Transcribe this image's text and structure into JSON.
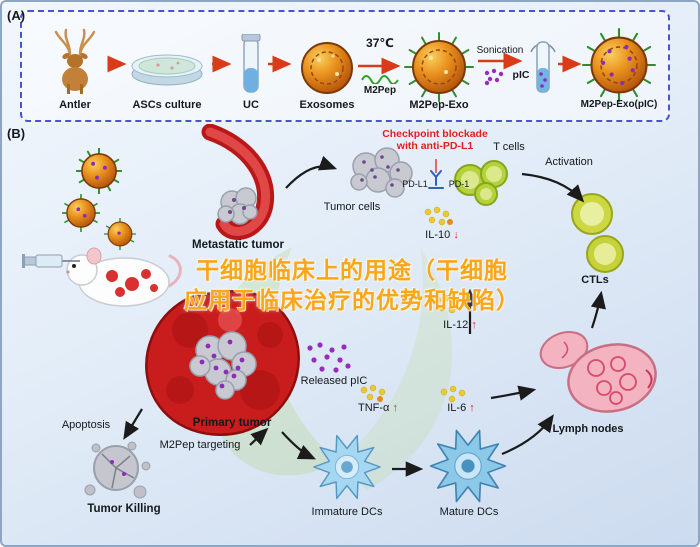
{
  "figure": {
    "panel_a": {
      "label": "(A)",
      "items": [
        {
          "label": "Antler"
        },
        {
          "label": "ASCs culture"
        },
        {
          "label": "UC"
        },
        {
          "label": "Exosomes"
        },
        {
          "label": "M2Pep-Exo"
        },
        {
          "label": "M2Pep-Exo(pIC)"
        }
      ],
      "temp": "37℃",
      "m2pep": "M2Pep",
      "sonication": "Sonication",
      "pic": "pIC"
    },
    "panel_b": {
      "label": "(B)",
      "checkpoint_line1": "Checkpoint blockade",
      "checkpoint_line2": "with anti-PD-L1",
      "t_cells": "T cells",
      "activation": "Activation",
      "tumor_cells": "Tumor cells",
      "pd_l1": "PD-L1",
      "pd_1": "PD-1",
      "il10": "IL-10",
      "down_arrow": "↓",
      "up_arrow": "↑",
      "metastatic_tumor": "Metastatic tumor",
      "ctls": "CTLs",
      "il12": "IL-12",
      "released_pic": "Released pIC",
      "tnf_alpha": "TNF-α",
      "il6": "IL-6",
      "lymph_nodes": "Lymph nodes",
      "apoptosis": "Apoptosis",
      "primary_tumor": "Primary tumor",
      "m2pep_targeting": "M2Pep targeting",
      "tumor_killing": "Tumor Killing",
      "immature_dcs": "Immature DCs",
      "mature_dcs": "Mature DCs"
    },
    "watermark": {
      "line1": "干细胞临床上的用途（干细胞",
      "line2": "应用于临床治疗的优势和缺陷）"
    },
    "colors": {
      "checkpoint_red": "#e31e1e",
      "panel_border_blue": "#4a54d0",
      "arrow_red": "#d93a18",
      "watermark_orange": "#f9a61a"
    }
  }
}
